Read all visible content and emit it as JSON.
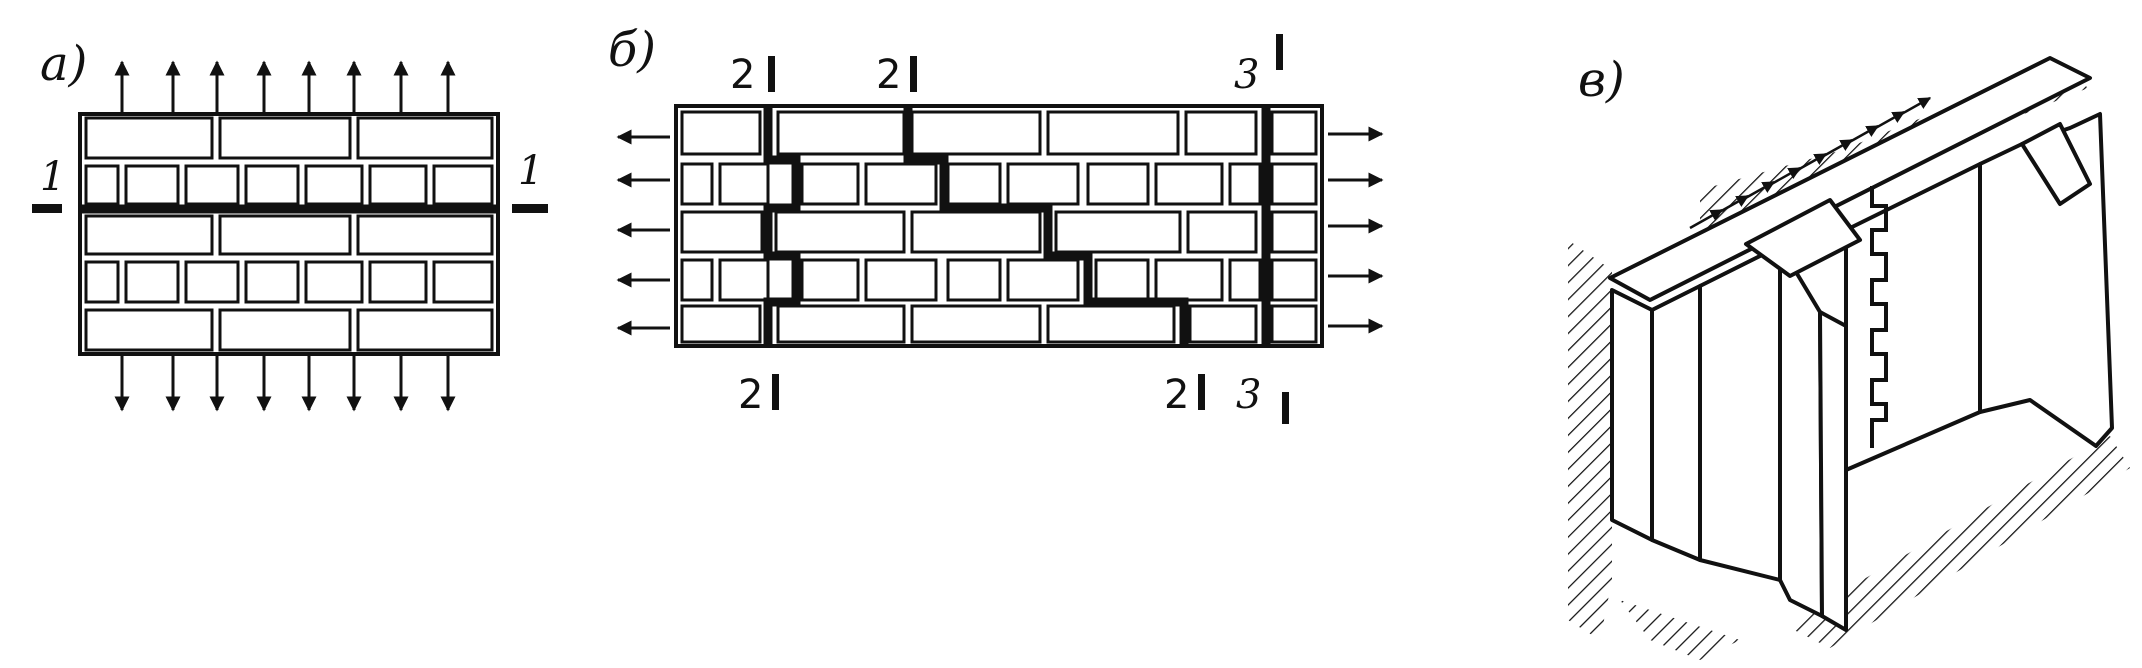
{
  "figure_a": {
    "label": "а)",
    "section_left": "1",
    "section_right": "1"
  },
  "figure_b": {
    "label": "б)",
    "section_labels": [
      "2",
      "2",
      "3",
      "2",
      "2",
      "3"
    ]
  },
  "figure_c": {
    "label": "в)"
  },
  "colors": {
    "ink": "#111111",
    "paper": "#ffffff"
  }
}
